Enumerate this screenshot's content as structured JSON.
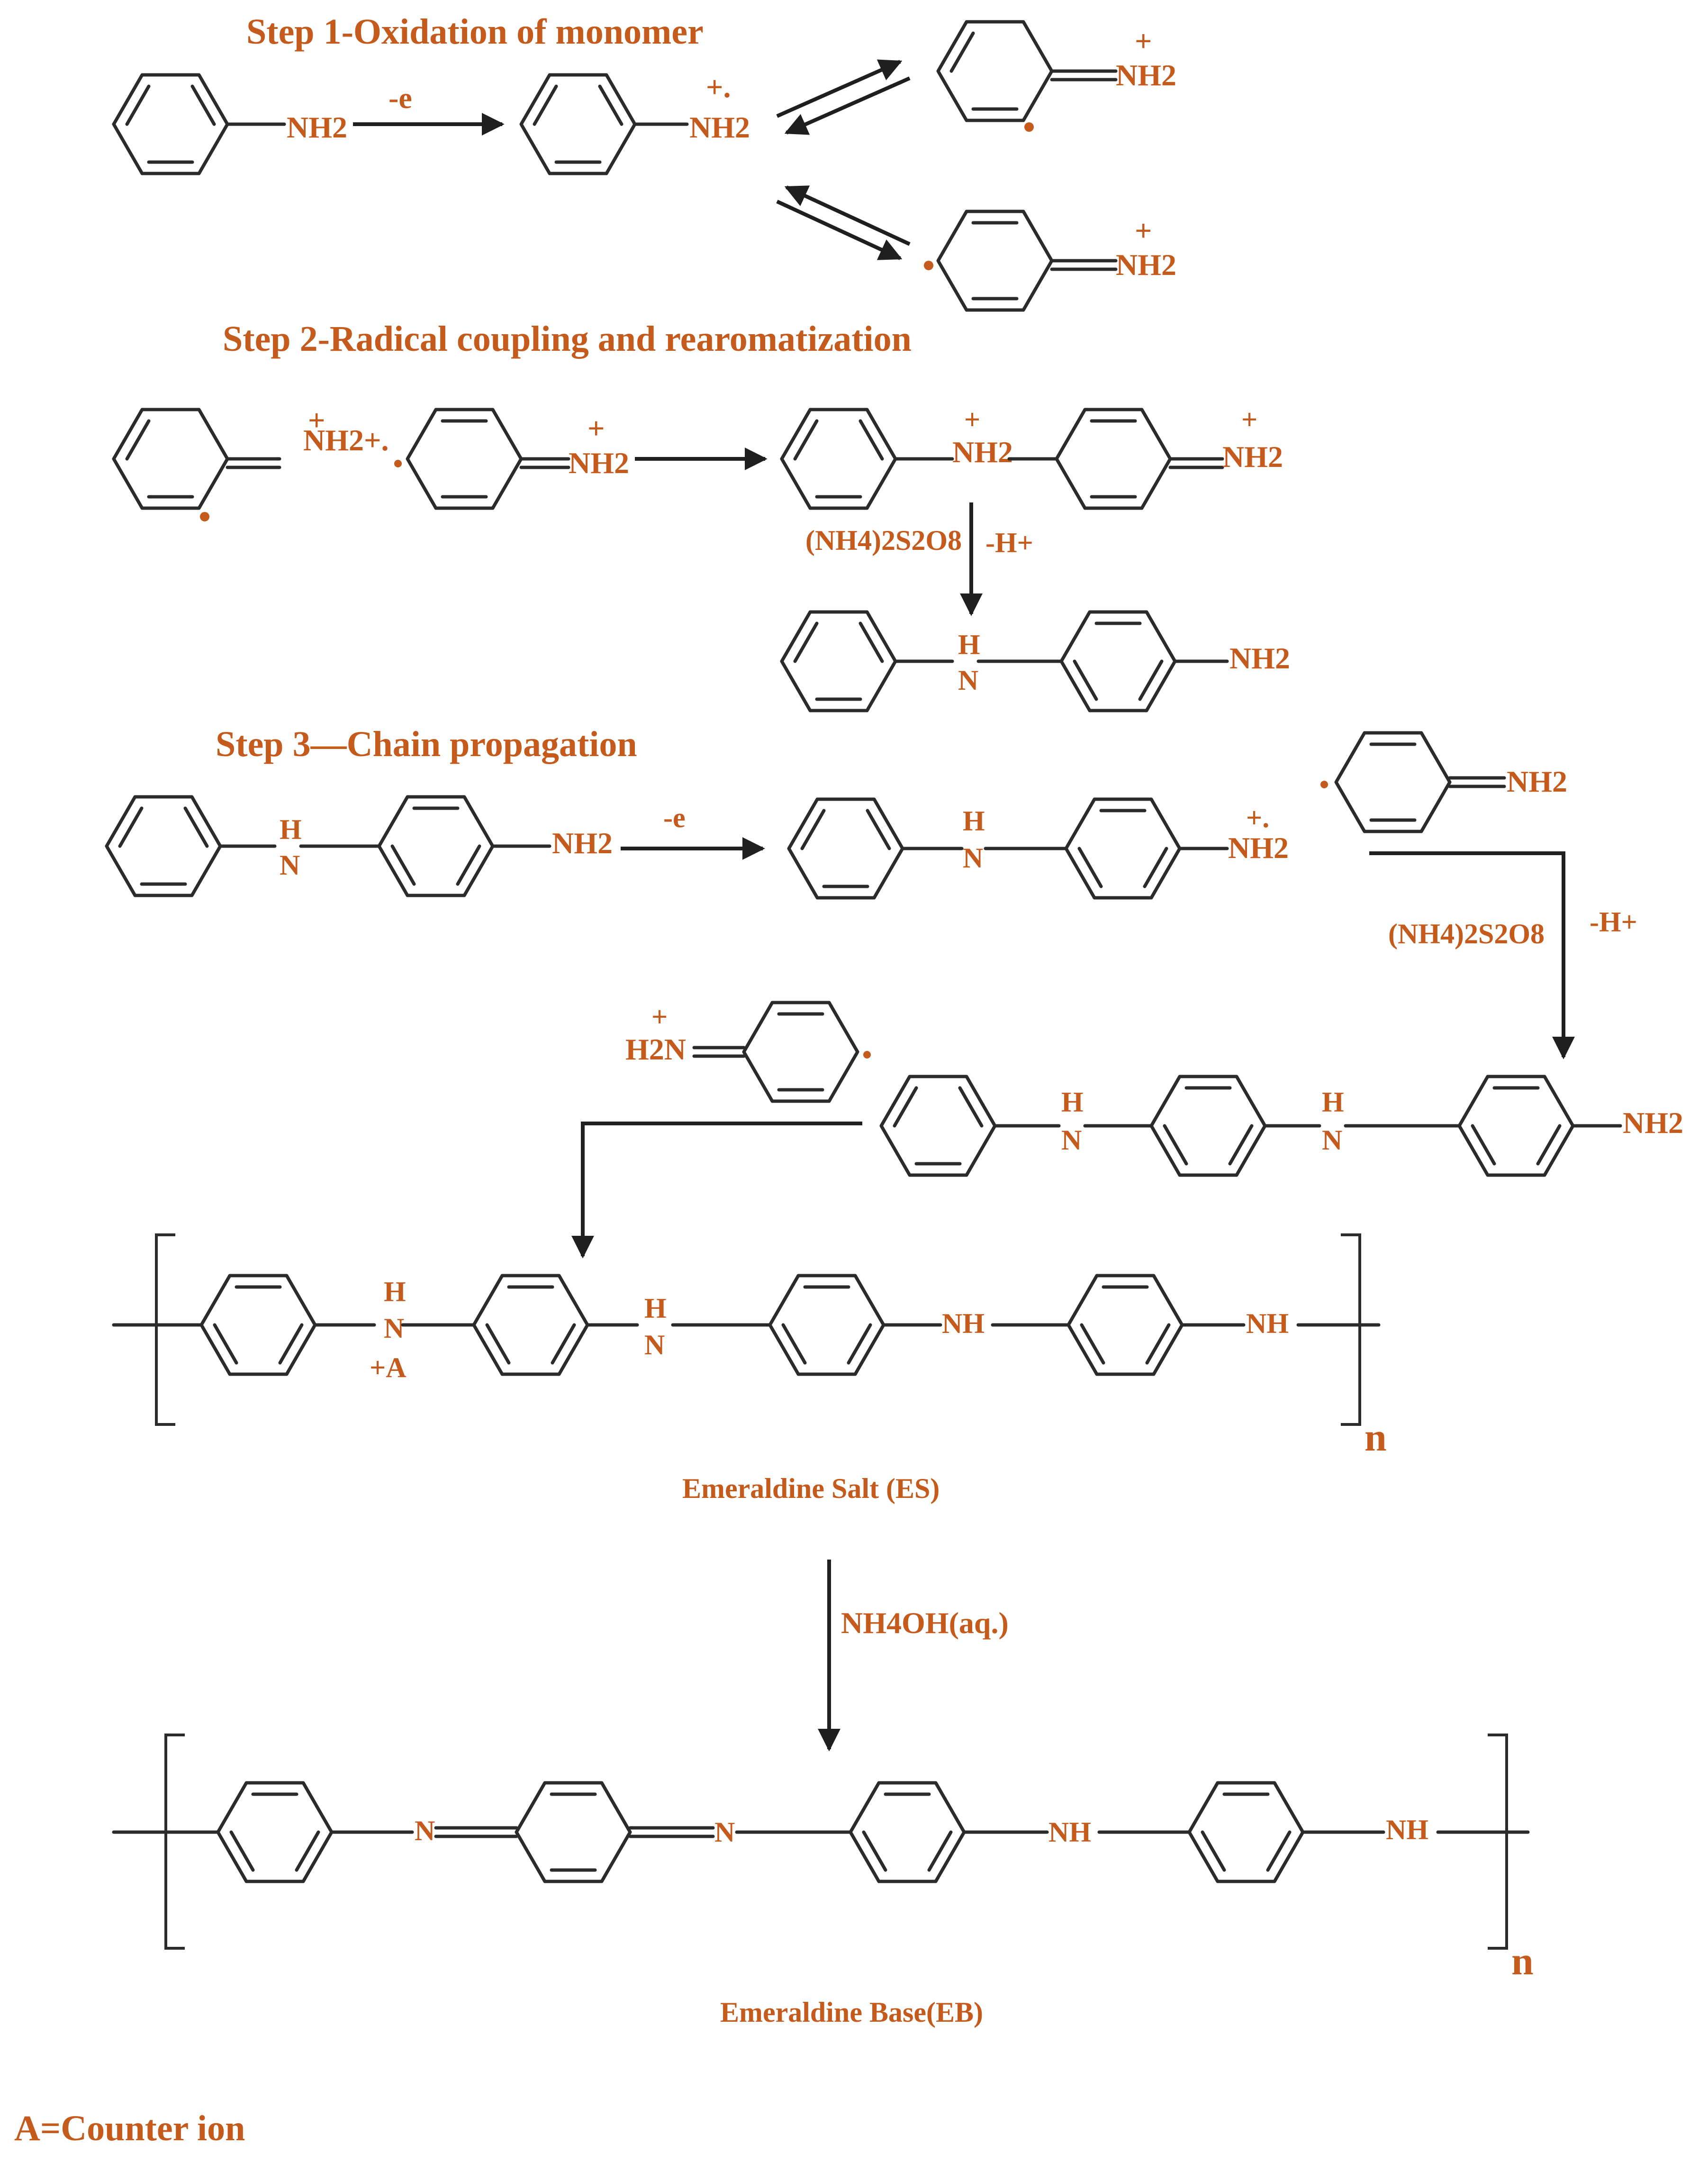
{
  "step1": {
    "title": "Step 1-Oxidation of monomer",
    "aniline_nh2": "NH2",
    "minus_e": "-e",
    "radical_cation_sign": "+.",
    "radical_cation_nh2": "NH2",
    "res_a_plus": "+",
    "res_a_nh2": "NH2",
    "res_b_plus": "+",
    "res_b_nh2": "NH2"
  },
  "step2": {
    "title": "Step 2-Radical coupling and rearomatization",
    "reactant_a_label": "NH2+.",
    "reactant_a_plus": "+",
    "reactant_b_plus": "+",
    "reactant_b_nh2": "NH2",
    "product_plus1": "+",
    "product_nh2_1": "NH2",
    "product_plus2": "+",
    "product_nh2_2": "NH2",
    "oxidant": "(NH4)2S2O8",
    "minus_h": "-H+",
    "dimer_h": "H",
    "dimer_n": "N",
    "dimer_nh2": "NH2"
  },
  "step3": {
    "title": "Step 3—Chain propagation",
    "dimer_h": "H",
    "dimer_n": "N",
    "dimer_nh2": "NH2",
    "minus_e": "-e",
    "cation_h": "H",
    "cation_n": "N",
    "cation_sign": "+.",
    "cation_nh2": "NH2",
    "radical_nh2": "NH2",
    "oxidant": "(NH4)2S2O8",
    "minus_h": "-H+",
    "side_plus": "+",
    "side_h2n": "H2N",
    "trimer_h1": "H",
    "trimer_n1": "N",
    "trimer_h2": "H",
    "trimer_n2": "N",
    "trimer_nh2": "NH2"
  },
  "es": {
    "h1": "H",
    "n1": "N",
    "counter_ion": "+A",
    "h2": "H",
    "n2": "N",
    "nh1": "NH",
    "nh2": "NH",
    "n_subscript": "n",
    "label": "Emeraldine Salt (ES)"
  },
  "conversion": {
    "reagent": "NH4OH(aq.)"
  },
  "eb": {
    "n1": "N",
    "n2": "N",
    "nh1": "NH",
    "nh2": "NH",
    "n_subscript": "n",
    "label": "Emeraldine Base(EB)"
  },
  "footnote": "A=Counter ion",
  "colors": {
    "label": "#c45a1c",
    "bond": "#2b2b2b"
  }
}
